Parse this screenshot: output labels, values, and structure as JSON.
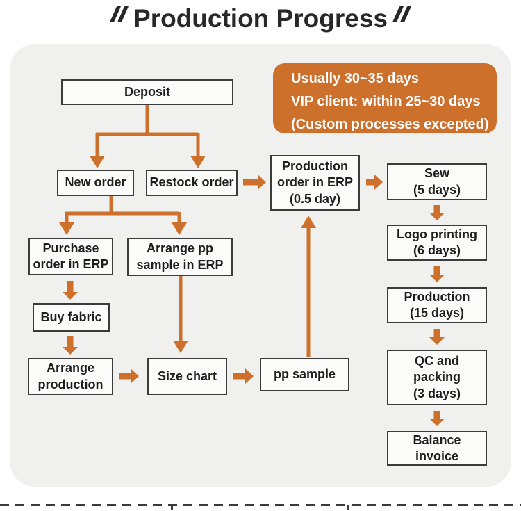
{
  "colors": {
    "accent": "#cc702c",
    "panel_bg": "#f0f0ef",
    "box_border": "#3b3b3b",
    "box_bg": "#fbfbfa",
    "text": "#1e1e1e",
    "title": "#282828",
    "dash": "#3a3a3a"
  },
  "title": {
    "text": "Production Progress"
  },
  "callout": {
    "line1": "Usually 30~35 days",
    "line2": "VIP client: within 25~30 days",
    "line3": "(Custom processes excepted)"
  },
  "nodes": {
    "deposit": {
      "label": "Deposit"
    },
    "new_order": {
      "label": "New order"
    },
    "restock_order": {
      "label": "Restock order"
    },
    "purchase_order": {
      "label": "Purchase\norder in ERP"
    },
    "arrange_pp": {
      "label": "Arrange pp\nsample in ERP"
    },
    "buy_fabric": {
      "label": "Buy fabric"
    },
    "arrange_production": {
      "label": "Arrange\nproduction"
    },
    "size_chart": {
      "label": "Size chart"
    },
    "pp_sample": {
      "label": "pp sample"
    },
    "po_erp": {
      "label": "Production\norder in ERP\n(0.5 day)"
    },
    "sew": {
      "label": "Sew\n(5 days)"
    },
    "logo_printing": {
      "label": "Logo printing\n(6 days)"
    },
    "production": {
      "label": "Production\n(15 days)"
    },
    "qc_packing": {
      "label": "QC and\npacking\n(3 days)"
    },
    "balance_invoice": {
      "label": "Balance\ninvoice"
    }
  }
}
